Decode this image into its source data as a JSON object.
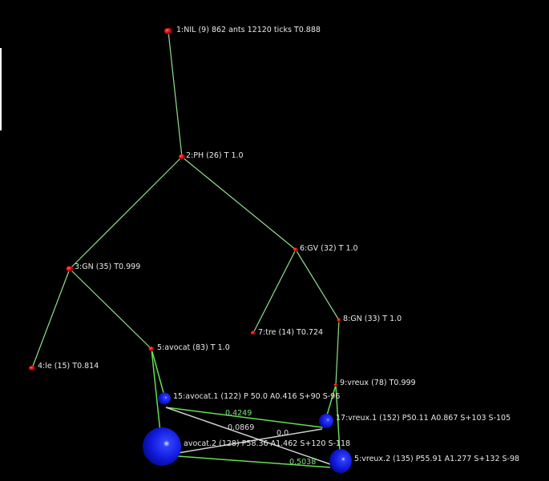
{
  "colors": {
    "background": "#000000",
    "tree_edge": "#8fe08f",
    "green_edge": "#66dd55",
    "gray_edge": "#d0d0d0",
    "node_red": "#e01010",
    "sphere_blue": "#1020e0"
  },
  "nodes": [
    {
      "id": "n1",
      "label": "1:NIL (9) 862 ants 12120 ticks T0.888"
    },
    {
      "id": "n2",
      "label": "2:PH (26) T  1.0"
    },
    {
      "id": "n3",
      "label": "3:GN (35) T0.999"
    },
    {
      "id": "n4",
      "label": "4:le (15) T0.814"
    },
    {
      "id": "n5",
      "label": "5:avocat (83) T  1.0"
    },
    {
      "id": "n6",
      "label": "6:GV (32) T  1.0"
    },
    {
      "id": "n7",
      "label": "7:tre (14) T0.724"
    },
    {
      "id": "n8",
      "label": "8:GN (33) T  1.0"
    },
    {
      "id": "n9",
      "label": "9:vreux (78) T0.999"
    }
  ],
  "spheres": [
    {
      "id": "s15",
      "label": "15:avocat.1 (122) P 50.0  A0.416 S+90 S-96"
    },
    {
      "id": "s16",
      "label": "avocat.2 (128) P58.36  A1.462 S+120 S-118"
    },
    {
      "id": "s17",
      "label": "17:vreux.1 (152) P50.11  A0.867 S+103 S-105"
    },
    {
      "id": "s18",
      "label": "5:vreux.2 (135) P55.91  A1.277 S+132 S-98"
    }
  ],
  "edge_labels": {
    "avocat1_vreux1": "0.4249",
    "avocat1_vreux2": "0.0869",
    "avocat2_vreux1": "0.0",
    "avocat2_vreux2": "0.5038"
  }
}
